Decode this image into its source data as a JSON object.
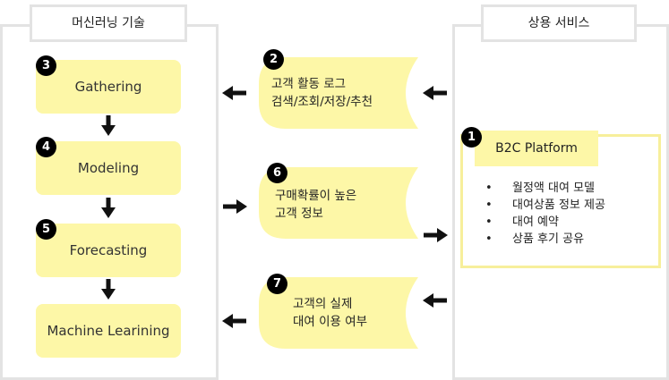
{
  "left_panel": {
    "title": "머신러닝 기술"
  },
  "right_panel": {
    "title": "상용 서비스"
  },
  "steps": [
    {
      "number": "3",
      "label": "Gathering"
    },
    {
      "number": "4",
      "label": "Modeling"
    },
    {
      "number": "5",
      "label": "Forecasting"
    },
    {
      "label": "Machine Learining"
    }
  ],
  "bubbles": [
    {
      "number": "2",
      "line1": "고객 활동 로그",
      "line2": "검색/조회/저장/추천"
    },
    {
      "number": "6",
      "line1": "구매확률이 높은",
      "line2": "고객 정보"
    },
    {
      "number": "7",
      "line1": "고객의 실제",
      "line2": "대여 이용 여부"
    }
  ],
  "platform": {
    "number": "1",
    "title": "B2C Platform",
    "bullet": "•",
    "items": [
      "월정액 대여 모델",
      "대여상품 정보 제공",
      "대여 예약",
      "상품 후기 공유"
    ]
  },
  "colors": {
    "step_fill": "#fdf7a7",
    "panel_border": "#e3e3e3",
    "platform_border": "#f7ef9b"
  }
}
